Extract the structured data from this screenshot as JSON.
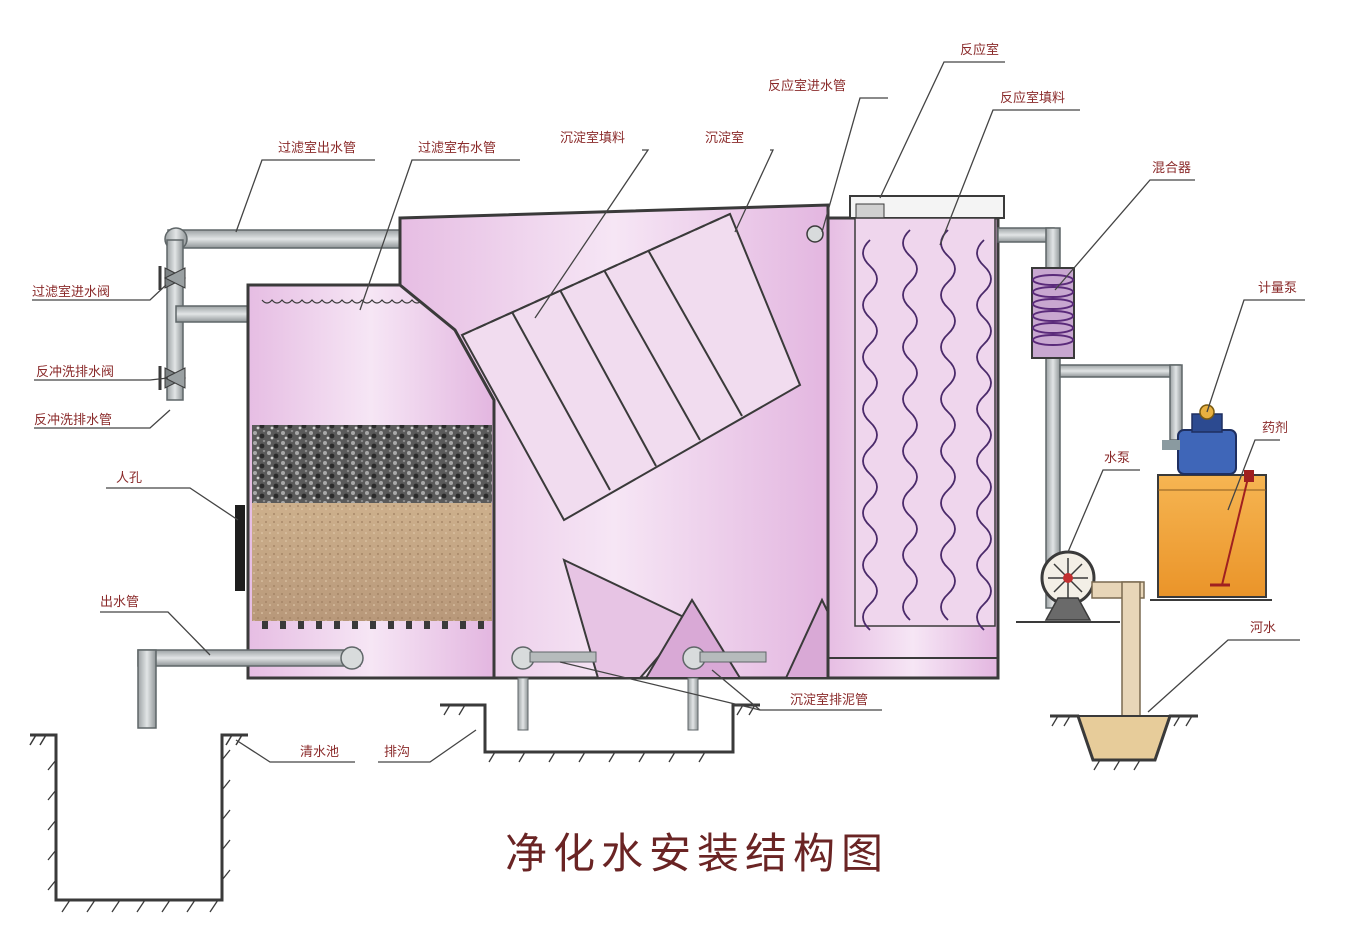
{
  "title": "净化水安装结构图",
  "labels": {
    "filter_outlet_pipe": "过滤室出水管",
    "filter_inlet_pipe": "过滤室布水管",
    "sediment_fill": "沉淀室填料",
    "sediment_chamber": "沉淀室",
    "reaction_inlet_pipe": "反应室进水管",
    "reaction_chamber": "反应室",
    "reaction_fill": "反应室填料",
    "mixer": "混合器",
    "metering_pump": "计量泵",
    "chemical": "药剂",
    "water_pump": "水泵",
    "river_water": "河水",
    "filter_inlet_valve": "过滤室进水阀",
    "air_wash_valve": "反冲洗排水阀",
    "air_wash_pipe": "反冲洗排水管",
    "manhole": "人孔",
    "outlet_pipe": "出水管",
    "clear_water_tank": "清水池",
    "trench": "排沟",
    "sludge_pipe": "沉淀室排泥管"
  },
  "colors": {
    "chamber_fill": "#eecfec",
    "chamber_fill_dark": "#d9a9d6",
    "gravel": "#4a4a4a",
    "sand": "#c9ab86",
    "chemical_tank": "#f0a63a",
    "pipe": "#c9cdce",
    "label_text": "#8a2a2a",
    "title_text": "#6a2424"
  }
}
